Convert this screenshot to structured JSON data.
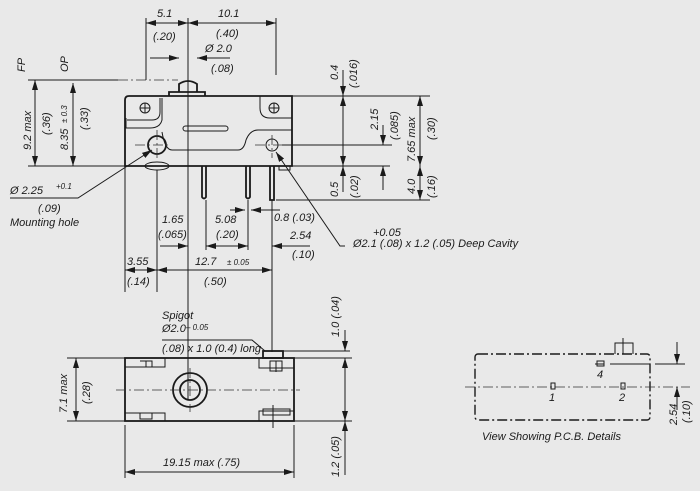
{
  "title": "Microswitch dimensional drawing",
  "labels": {
    "fp": "FP",
    "op": "OP",
    "d_5_1": "5.1",
    "d_5_1_in": "(.20)",
    "d_10_1": "10.1",
    "d_10_1_in": "(.40)",
    "d_dia2": "Ø 2.0",
    "d_dia2_in": "(.08)",
    "d_9_2": "9.2 max",
    "d_9_2_in": "(.36)",
    "d_8_35": "8.35",
    "d_8_35_tol": "± 0.3",
    "d_8_35_in": "(.33)",
    "d_0_4": "0.4",
    "d_0_4_in": "(.016)",
    "d_2_15": "2.15",
    "d_2_15_in": "(.085)",
    "d_7_65": "7.65 max",
    "d_7_65_in": "(.30)",
    "d_0_5": "0.5",
    "d_0_5_in": "(.02)",
    "d_4_0": "4.0",
    "d_4_0_in": "(.16)",
    "mount_dia": "Ø  2.25",
    "mount_tol": "+0.1",
    "mount_in": "(.09)",
    "mount_label": "Mounting hole",
    "d_1_65": "1.65",
    "d_1_65_in": "(.065)",
    "d_5_08": "5.08",
    "d_5_08_in": "(.20)",
    "d_0_8": "0.8 (.03)",
    "d_2_54": "2.54",
    "d_2_54_in": "(.10)",
    "cavity_tol": "+0.05",
    "cavity": "Ø2.1   (.08) x 1.2 (.05) Deep Cavity",
    "d_3_55": "3.55",
    "d_3_55_in": "(.14)",
    "d_12_7": "12.7",
    "d_12_7_tol": "± 0.05",
    "d_12_7_in": "(.50)",
    "spigot": "Spigot",
    "spigot_dia": "Ø2.0",
    "spigot_tol": "– 0.05",
    "spigot_len": "(.08) x 1.0 (0.4) long",
    "d_1_0": "1.0 (.04)",
    "d_7_1": "7.1 max",
    "d_7_1_in": "(.28)",
    "d_1_2": "1.2 (.05)",
    "d_19_15": "19.15 max  (.75)",
    "pin_4": "4",
    "pin_1": "1",
    "pin_2": "2",
    "pcb_2_54": "2.54",
    "pcb_2_54_in": "(.10)",
    "pcb_caption": "View Showing P.C.B. Details"
  }
}
